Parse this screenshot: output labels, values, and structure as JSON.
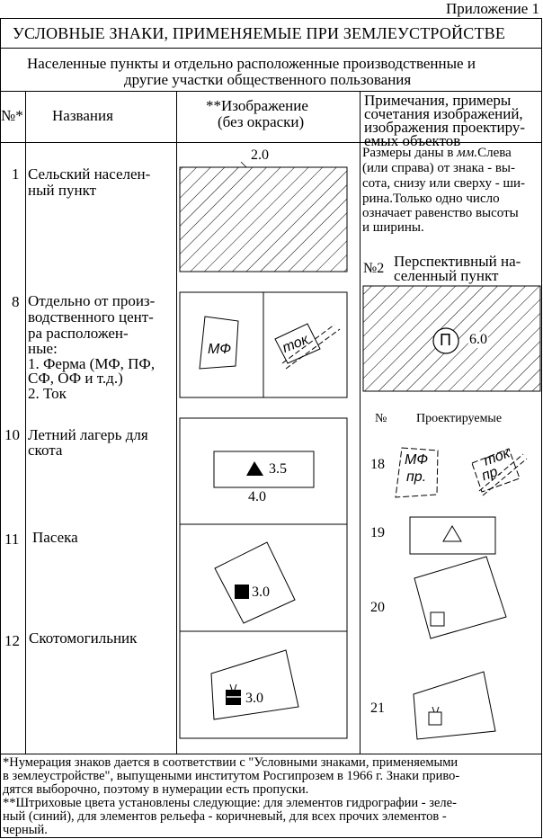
{
  "appendix_label": "Приложение 1",
  "title": "УСЛОВНЫЕ ЗНАКИ, ПРИМЕНЯЕМЫЕ ПРИ ЗЕМЛЕУСТРОЙСТВЕ",
  "section_title_1": "Населенные пункты и отдельно расположенные производственные и",
  "section_title_2": "другие участки общественного пользования",
  "headers": {
    "num": "№*",
    "name": "Названия",
    "image_1": "**Изображение",
    "image_2": "(без окраски)",
    "notes_1": "Примечания, примеры",
    "notes_2": "сочетания изображений,",
    "notes_3": "изображения проектиру-",
    "notes_4": "емых объектов"
  },
  "rows": [
    {
      "num": "1",
      "name_1": "Сельский населен-",
      "name_2": "ный пункт"
    },
    {
      "num": "8",
      "name_1": "Отдельно от произ-",
      "name_2": "водственного цент-",
      "name_3": "ра расположен-",
      "name_4": "ные:",
      "name_5": "1. Ферма (МФ, ПФ,",
      "name_6": "СФ, ОФ и т.д.)",
      "name_7": "2. Ток"
    },
    {
      "num": "10",
      "name_1": "Летний лагерь для",
      "name_2": "скота"
    },
    {
      "num": "11",
      "name_1": "Пасека"
    },
    {
      "num": "12",
      "name_1": "Скотомогильник"
    }
  ],
  "dims": {
    "d_2_0": "2.0",
    "d_3_5": "3.5",
    "d_4_0": "4.0",
    "d_3_0a": "3.0",
    "d_3_0b": "3.0",
    "d_6_0": "6.0"
  },
  "symbol_labels": {
    "mf": "МФ",
    "tok": "ток",
    "mf2": "МФ",
    "pr1": "пр.",
    "tok2": "ток",
    "pr2": "пр.",
    "p": "П"
  },
  "notes": {
    "sizes_1": "Размеры даны в",
    "sizes_mm": "мм.",
    "sizes_1b": "Слева",
    "sizes_2": "(или справа) от знака - вы-",
    "sizes_3": "сота, снизу или сверху - ши-",
    "sizes_4": "рина.Только одно число",
    "sizes_5": "означает равенство высоты",
    "sizes_6": "и ширины.",
    "n2_num": "№2",
    "n2_1": "Перспективный на-",
    "n2_2": "селенный пункт",
    "proj_num": "№",
    "proj_title": "Проектируемые",
    "n18": "18",
    "n19": "19",
    "n20": "20",
    "n21": "21"
  },
  "footnotes": {
    "f1_1": "*Нумерация знаков дается в соответствии с \"Условными знаками, применяемыми",
    "f1_2": "в землеустройстве\", выпущеными институтом Росгипрозем в 1966 г. Знаки приво-",
    "f1_3": "дятся выборочно, поэтому в нумерации есть пропуски.",
    "f2_1": "**Штриховые цвета установлены следующие: для элементов гидрографии - зеле-",
    "f2_2": "ный (синий), для элементов рельефа - коричневый, для всех прочих элементов -",
    "f2_3": "черный."
  }
}
